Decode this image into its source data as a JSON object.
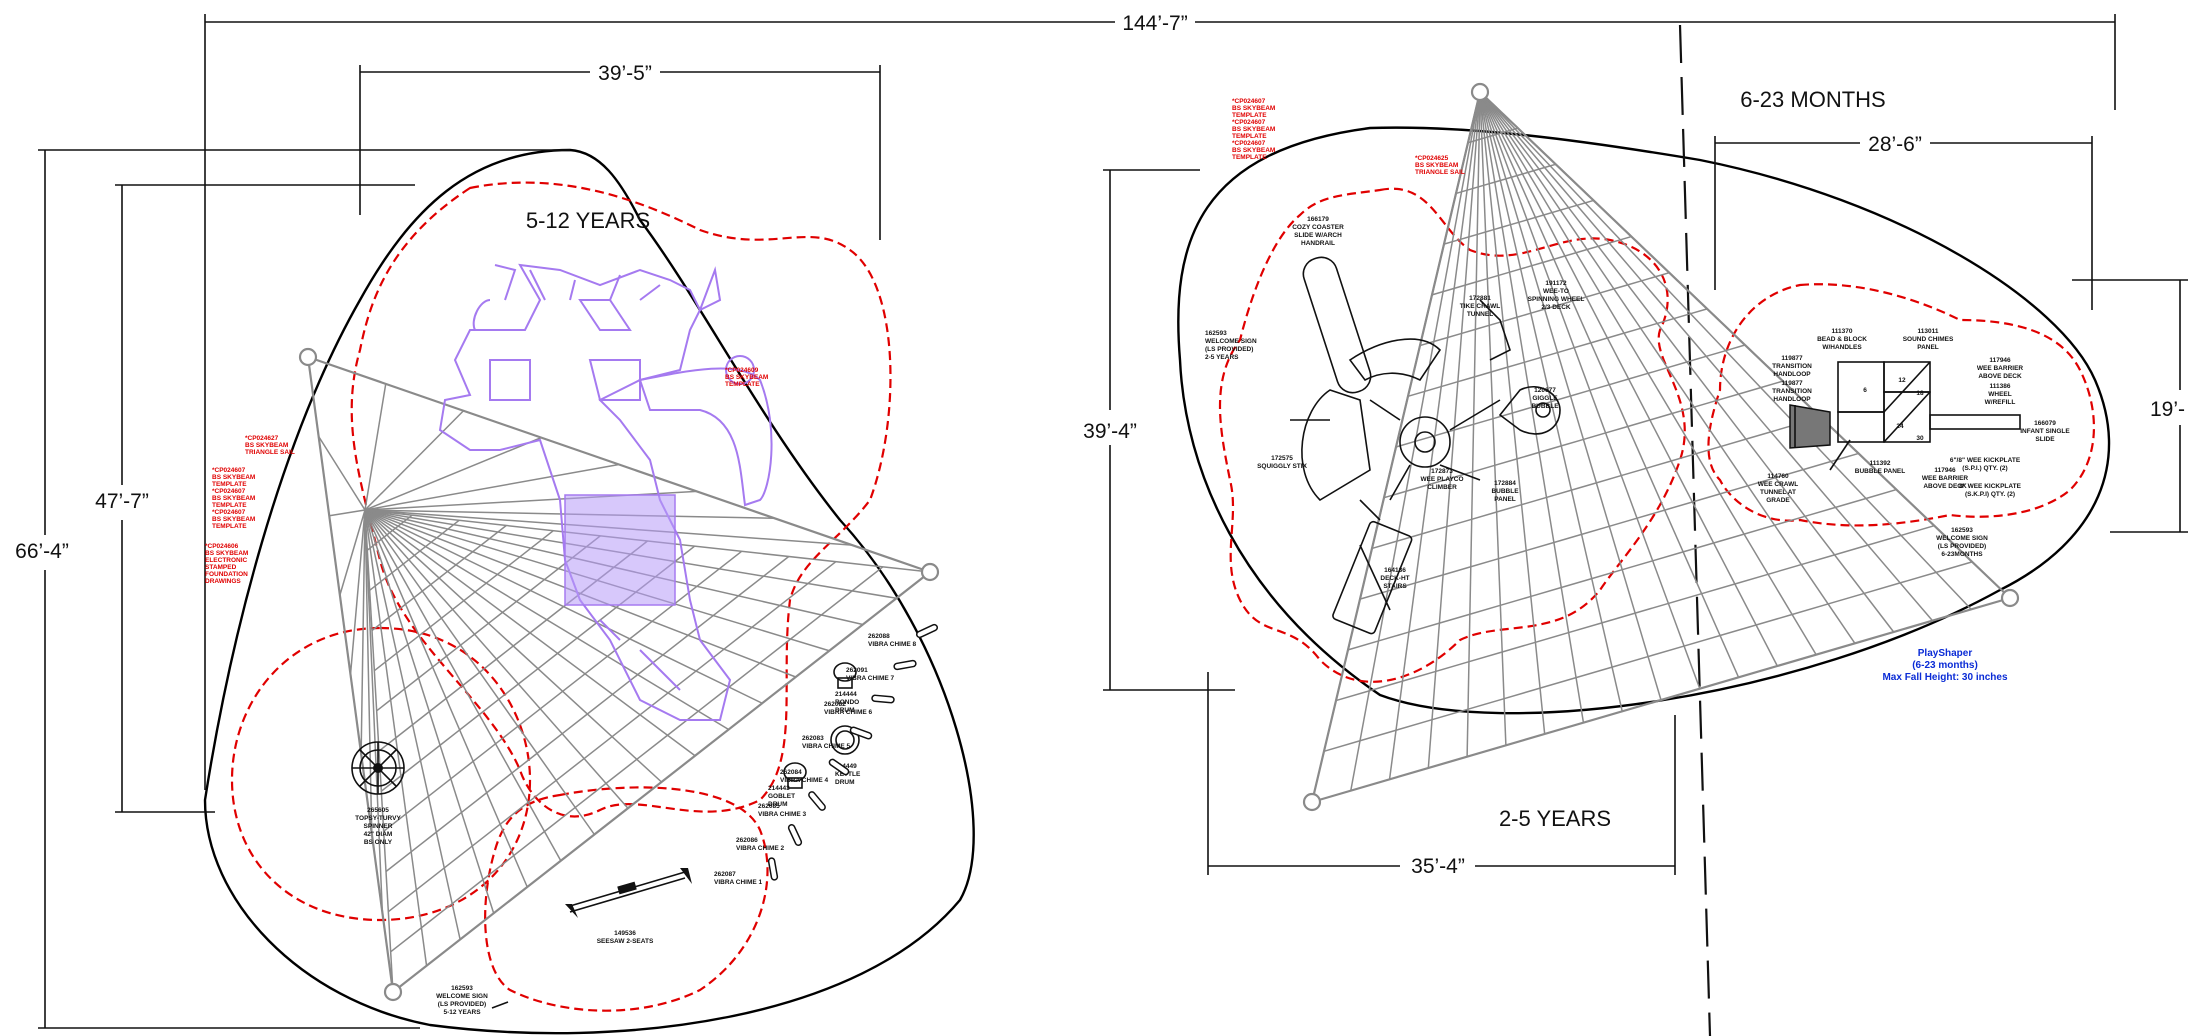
{
  "dimensions": {
    "overall_width": "144’-7”",
    "left_top": "39’-5”",
    "left_height_outer": "66’-4”",
    "left_height_inner": "47’-7”",
    "right_height": "39’-4”",
    "right_top": "28’-6”",
    "right_side": "19’-",
    "right_bottom": "35’-4”"
  },
  "zones": {
    "left": "5-12 YEARS",
    "right_top": "6-23 MONTHS",
    "right_bottom": "2-5 YEARS"
  },
  "left_labels": {
    "welcome_sign": [
      "162593",
      "WELCOME SIGN",
      "(LS PROVIDED)",
      "5-12 YEARS"
    ],
    "seesaw": [
      "149536",
      "SEESAW 2-SEATS"
    ],
    "spinner": [
      "265605",
      "TOPSY-TURVY",
      "SPINNER",
      "42\" DIAM",
      "BS ONLY"
    ],
    "red_tag_1": [
      "*CP024609",
      "BS SKYBEAM",
      "TEMPLATE"
    ],
    "red_tag_2": [
      "*CP024627",
      "BS SKYBEAM",
      "TRIANGLE SAIL"
    ],
    "red_tag_3": [
      "*CP024607",
      "BS SKYBEAM",
      "TEMPLATE"
    ],
    "red_tag_4": [
      "*CP024606",
      "BS SKYBEAM",
      "ELECTRONIC",
      "STAMPED",
      "FOUNDATION",
      "DRAWINGS"
    ],
    "drums": [
      [
        "214444",
        "RONDO",
        "DRUM"
      ],
      [
        "214449",
        "KETTLE",
        "DRUM"
      ],
      [
        "214443",
        "GOBLET",
        "DRUM"
      ]
    ],
    "chimes": [
      [
        "262088",
        "VIBRA CHIME 8"
      ],
      [
        "262091",
        "VIBRA CHIME 7"
      ],
      [
        "262082",
        "VIBRA CHIME 6"
      ],
      [
        "262083",
        "VIBRA CHIME 5"
      ],
      [
        "262084",
        "VIBRA CHIME 4"
      ],
      [
        "262085",
        "VIBRA CHIME 3"
      ],
      [
        "262086",
        "VIBRA CHIME 2"
      ],
      [
        "262087",
        "VIBRA CHIME 1"
      ]
    ]
  },
  "right_labels": {
    "red_tag_a": [
      "*CP024607",
      "BS SKYBEAM",
      "TEMPLATE",
      "*CP024607",
      "BS SKYBEAM",
      "TEMPLATE"
    ],
    "red_tag_b": [
      "*CP024625",
      "BS SKYBEAM",
      "TRIANGLE SAIL"
    ],
    "slide": [
      "166179",
      "COZY COASTER",
      "SLIDE W/ARCH",
      "HANDRAIL"
    ],
    "welcome_2_5": [
      "162593",
      "WELCOME SIGN",
      "(LS PROVIDED)",
      "2-5 YEARS"
    ],
    "stix": [
      "172575",
      "SQUIGGLY STIX"
    ],
    "tike_crawl": [
      "172881",
      "TIKE CRAWL",
      "TUNNEL"
    ],
    "spinning": [
      "191172",
      "WEE-TO",
      "SPINNING WHEEL",
      "2/3 DECK"
    ],
    "wiggle": [
      "120677",
      "GIGGLE",
      "BUBBLE"
    ],
    "climber": [
      "172873",
      "WEE PLAYCO",
      "CLIMBER"
    ],
    "bubble_panel_a": [
      "172884",
      "BUBBLE",
      "PANEL"
    ],
    "stairs": [
      "164136",
      "DECK-HT",
      "STAIRS"
    ],
    "bead_block": [
      "111370",
      "BEAD & BLOCK",
      "W/HANDLES"
    ],
    "sound_chimes": [
      "113011",
      "SOUND CHIMES",
      "PANEL"
    ],
    "transition_1": [
      "119877",
      "TRANSITION",
      "HANDLOOP"
    ],
    "transition_2": [
      "119877",
      "TRANSITION",
      "HANDLOOP"
    ],
    "wee_barrier_1": [
      "117946",
      "WEE BARRIER",
      "ABOVE DECK"
    ],
    "wheel": [
      "111386",
      "WHEEL",
      "W/REFILL"
    ],
    "bubble_panel_b": [
      "111392",
      "BUBBLE PANEL"
    ],
    "wee_barrier_2": [
      "117946",
      "WEE BARRIER",
      "ABOVE DECK"
    ],
    "wee_crawl": [
      "114760",
      "WEE CRAWL",
      "TUNNEL AT",
      "GRADE"
    ],
    "infant_slide": [
      "166079",
      "INFANT SINGLE",
      "SLIDE"
    ],
    "kickplate_1": [
      "6\"/8\" WEE KICKPLATE",
      "(S.P.I.) QTY. (2)"
    ],
    "kickplate_2": [
      "8\" WEE KICKPLATE",
      "(S.K.P.I) QTY. (2)"
    ],
    "welcome_6_23": [
      "162593",
      "WELCOME SIGN",
      "(LS PROVIDED)",
      "6-23MONTHS"
    ],
    "deck_numbers": [
      "6",
      "12",
      "18",
      "24",
      "30"
    ]
  },
  "notes": {
    "playshaper": [
      "PlayShaper",
      "(6-23 months)",
      "Max Fall Height: 30 inches"
    ]
  }
}
